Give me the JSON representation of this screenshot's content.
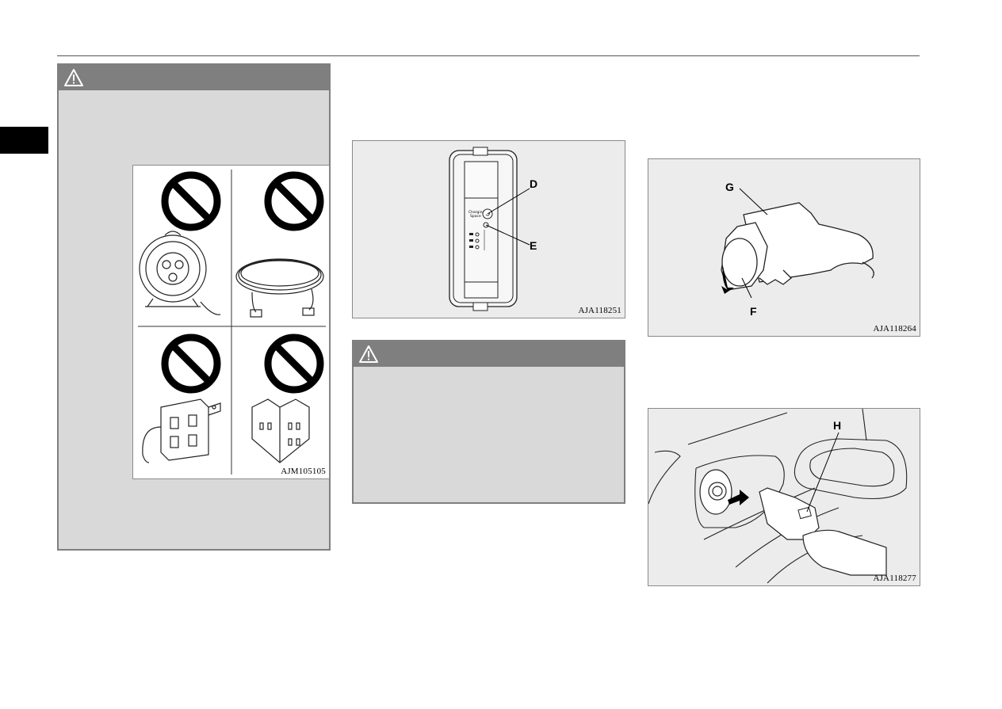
{
  "figures": {
    "extension_cords": {
      "code": "AJM105105"
    },
    "charging_lid_panel": {
      "code": "AJA118251",
      "callouts": {
        "d": "D",
        "e": "E"
      },
      "panel_label": "Charging\nSpace"
    },
    "charging_connector": {
      "code": "AJA118264",
      "callouts": {
        "g": "G",
        "f": "F"
      }
    },
    "inserting_connector": {
      "code": "AJA118277",
      "callouts": {
        "h": "H"
      }
    }
  },
  "icons": {
    "warning": "warning-triangle-icon",
    "prohibited": "prohibition-icon"
  },
  "colors": {
    "warning_header": "#7f7f7f",
    "warning_body": "#d9d9d9",
    "figure_bg": "#ececec"
  }
}
